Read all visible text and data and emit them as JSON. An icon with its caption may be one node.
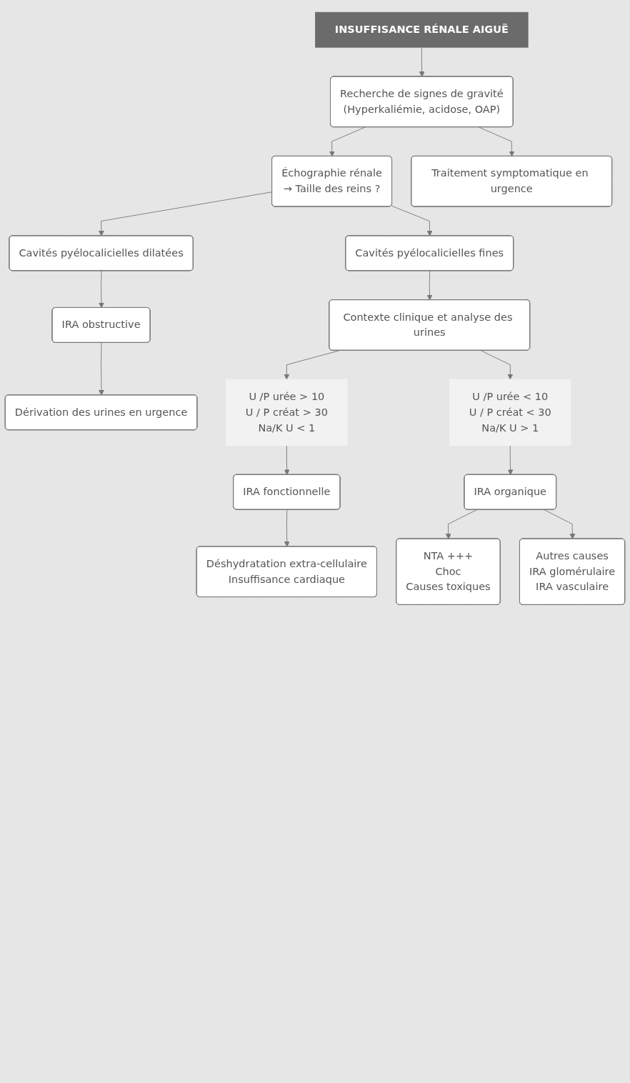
{
  "diagram": {
    "nodes": [
      {
        "text": [
          "INSUFFISANCE RÉNALE AIGUË"
        ]
      },
      {
        "text": [
          "Recherche de signes de gravité",
          "(Hyperkaliémie, acidose, OAP)"
        ]
      },
      {
        "text": [
          "Traitement symptomatique en urgence"
        ]
      },
      {
        "text": [
          "Échographie rénale",
          "→ Taille des reins ?"
        ]
      },
      {
        "text": [
          "Cavités pyélocalicielles dilatées"
        ]
      },
      {
        "text": [
          "Cavités pyélocalicielles fines"
        ]
      },
      {
        "text": [
          "IRA obstructive"
        ]
      },
      {
        "text": [
          "Contexte clinique et analyse des urines"
        ]
      },
      {
        "text": [
          "Dérivation des urines en urgence"
        ]
      },
      {
        "text": [
          "U /P urée > 10",
          "U / P créat > 30",
          "Na/K U < 1"
        ]
      },
      {
        "text": [
          "U /P urée < 10",
          "U / P créat < 30",
          "Na/K U > 1"
        ]
      },
      {
        "text": [
          "IRA fonctionnelle"
        ]
      },
      {
        "text": [
          "IRA organique"
        ]
      },
      {
        "text": [
          "Déshydratation extra-cellulaire",
          "Insuffisance cardiaque"
        ]
      },
      {
        "text": [
          "NTA +++",
          "Choc",
          "Causes toxiques"
        ]
      },
      {
        "text": [
          "Autres causes",
          "IRA glomérulaire",
          "IRA vasculaire"
        ]
      }
    ],
    "edges": [
      {
        "from": 0,
        "to": 1,
        "arrow": "to"
      },
      {
        "from": 1,
        "to": 2,
        "arrow": "to"
      },
      {
        "from": 1,
        "to": 3,
        "arrow": "to"
      },
      {
        "from": 3,
        "to": 4,
        "arrow": "to"
      },
      {
        "from": 3,
        "to": 5,
        "arrow": "to"
      },
      {
        "from": 4,
        "to": 6,
        "arrow": "to"
      },
      {
        "from": 6,
        "to": 8,
        "arrow": "to"
      },
      {
        "from": 5,
        "to": 7,
        "arrow": "to"
      },
      {
        "from": 7,
        "to": 9,
        "arrow": "to"
      },
      {
        "from": 7,
        "to": 10,
        "arrow": "to"
      },
      {
        "from": 9,
        "to": 11,
        "arrow": "to"
      },
      {
        "from": 10,
        "to": 12,
        "arrow": "to"
      },
      {
        "from": 11,
        "to": 13,
        "arrow": "to"
      },
      {
        "from": 12,
        "to": 14,
        "arrow": "to"
      },
      {
        "from": 12,
        "to": 15,
        "arrow": "to"
      }
    ]
  }
}
